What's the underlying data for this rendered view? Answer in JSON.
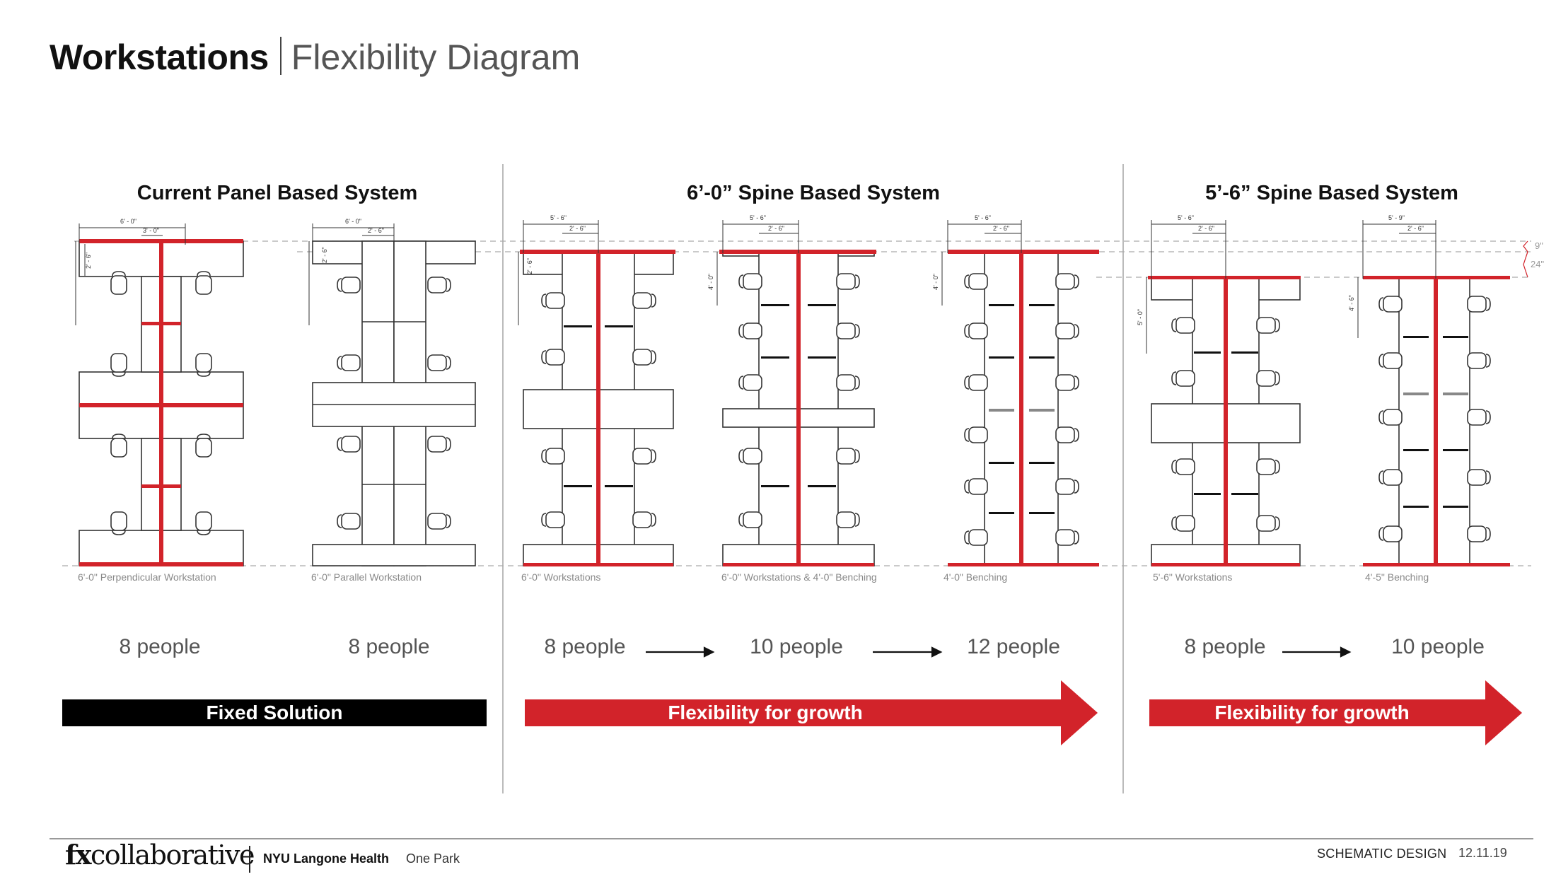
{
  "header": {
    "title_bold": "Workstations",
    "title_light": "Flexibility Diagram"
  },
  "systems": [
    {
      "title": "Current Panel Based System"
    },
    {
      "title": "6’-0” Spine Based System"
    },
    {
      "title": "5’-6” Spine Based System"
    }
  ],
  "drawings": [
    {
      "label": "6'-0\" Perpendicular Workstation",
      "people": "8 people"
    },
    {
      "label": "6'-0\" Parallel Workstation",
      "people": "8 people"
    },
    {
      "label": "6'-0\" Workstations",
      "people": "8 people"
    },
    {
      "label": "6'-0\" Workstations & 4'-0\" Benching",
      "people": "10 people"
    },
    {
      "label": "4'-0\" Benching",
      "people": "12 people"
    },
    {
      "label": "5'-6\" Workstations",
      "people": "8 people"
    },
    {
      "label": "4'-5\" Benching",
      "people": "10 people"
    }
  ],
  "dimensions": {
    "d60": "6' - 0\"",
    "d30": "3' - 0\"",
    "d26": "2' - 6\"",
    "d56": "5' - 6\"",
    "d59": "5' - 9\"",
    "d40": "4' - 0\"",
    "d50": "5' - 0\"",
    "d46": "4' - 6\"",
    "d9": "9\"",
    "d24": "24\""
  },
  "banners": {
    "fixed": "Fixed Solution",
    "growth_1": "Flexibility for growth",
    "growth_2": "Flexibility for growth"
  },
  "colors": {
    "accent": "#d2232a",
    "black": "#000000",
    "line": "#333333",
    "guide": "#aaaaaa"
  },
  "footer": {
    "logo_bold": "fx",
    "logo_light": "collaborative",
    "client": "NYU Langone Health",
    "project": "One Park",
    "phase": "SCHEMATIC DESIGN",
    "date": "12.11.19"
  }
}
